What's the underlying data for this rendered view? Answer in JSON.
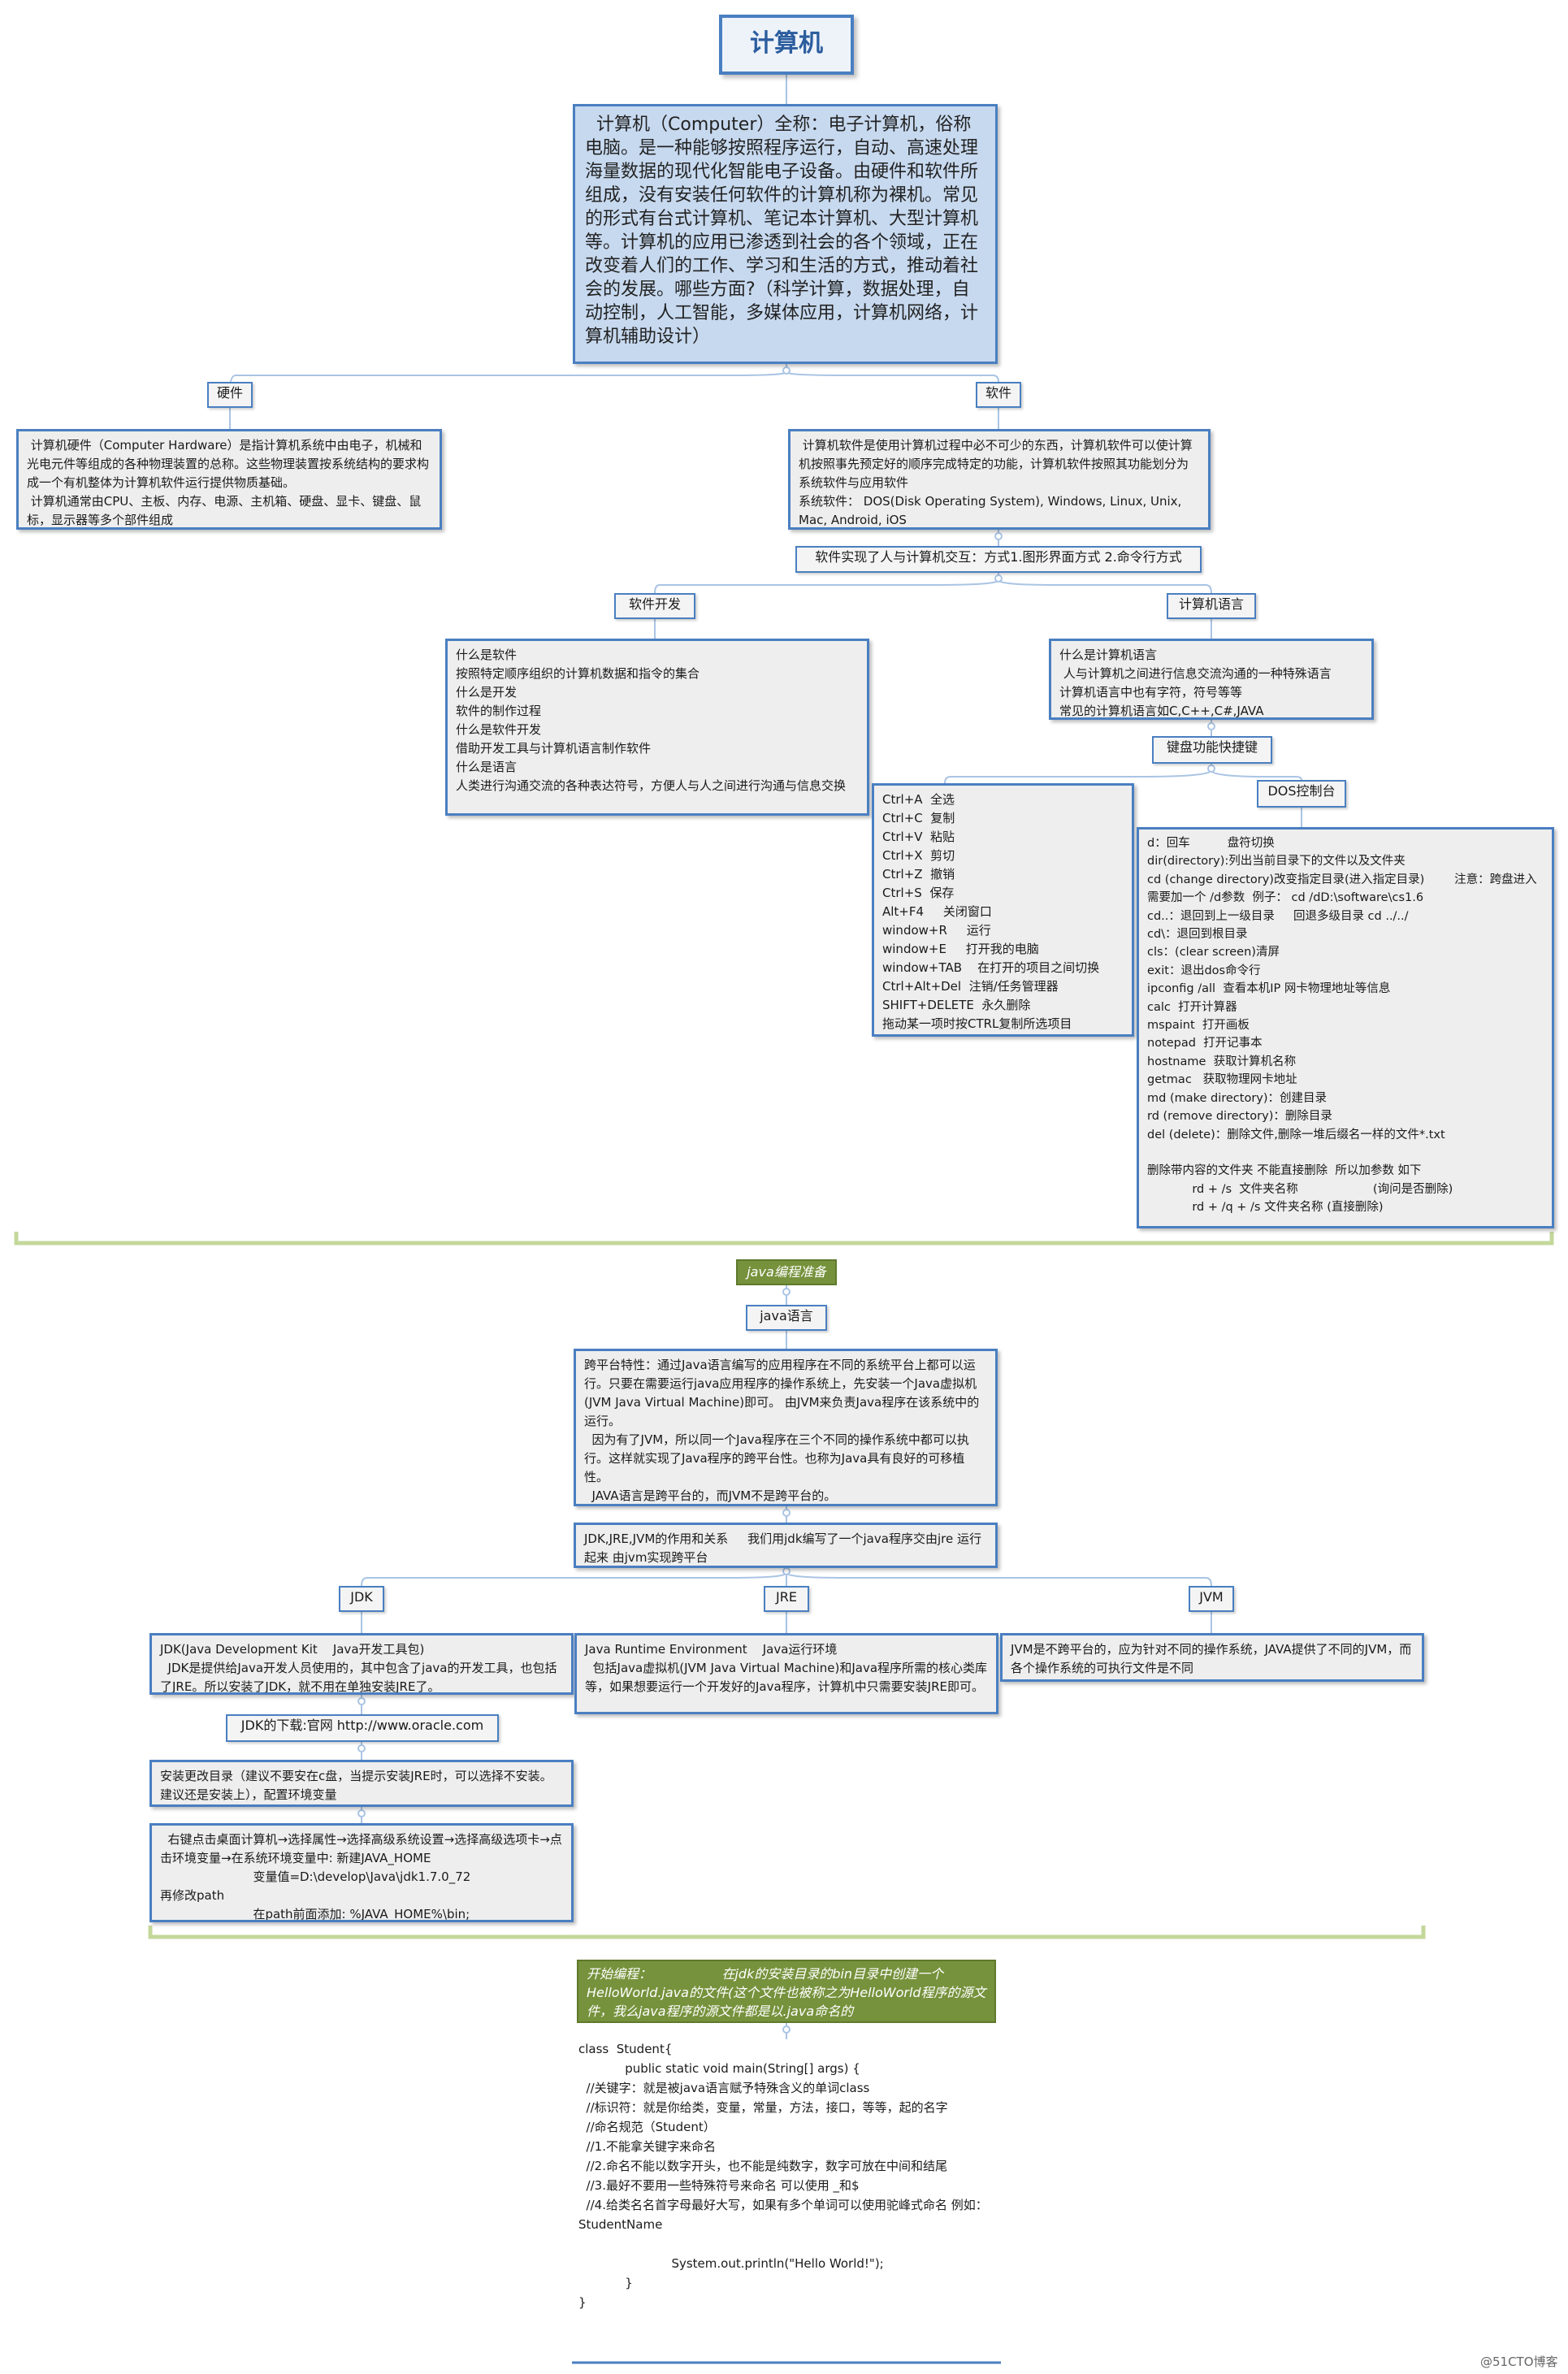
{
  "root": {
    "title": "计算机",
    "description": "  计算机（Computer）全称：电子计算机，俗称电脑。是一种能够按照程序运行，自动、高速处理海量数据的现代化智能电子设备。由硬件和软件所组成，没有安装任何软件的计算机称为裸机。常见的形式有台式计算机、笔记本计算机、大型计算机等。计算机的应用已渗透到社会的各个领域，正在改变着人们的工作、学习和生活的方式，推动着社会的发展。哪些方面?（科学计算，数据处理，自动控制，人工智能，多媒体应用，计算机网络，计算机辅助设计）"
  },
  "hardware": {
    "label": "硬件",
    "text": " 计算机硬件（Computer Hardware）是指计算机系统中由电子，机械和光电元件等组成的各种物理装置的总称。这些物理装置按系统结构的要求构成一个有机整体为计算机软件运行提供物质基础。\n 计算机通常由CPU、主板、内存、电源、主机箱、硬盘、显卡、键盘、鼠标，显示器等多个部件组成"
  },
  "software": {
    "label": "软件",
    "text": " 计算机软件是使用计算机过程中必不可少的东西，计算机软件可以使计算机按照事先预定好的顺序完成特定的功能，计算机软件按照其功能划分为系统软件与应用软件\n系统软件： DOS(Disk Operating System), Windows, Linux, Unix, Mac, Android, iOS",
    "interaction": "软件实现了人与计算机交互：方式1.图形界面方式 2.命令行方式"
  },
  "dev": {
    "label": "软件开发",
    "text": "什么是软件\n按照特定顺序组织的计算机数据和指令的集合\n什么是开发\n软件的制作过程\n什么是软件开发\n借助开发工具与计算机语言制作软件\n什么是语言\n人类进行沟通交流的各种表达符号，方便人与人之间进行沟通与信息交换"
  },
  "lang": {
    "label": "计算机语言",
    "text": "什么是计算机语言\n 人与计算机之间进行信息交流沟通的一种特殊语言\n计算机语言中也有字符，符号等等\n常见的计算机语言如C,C++,C#,JAVA"
  },
  "shortcuts": {
    "label": "键盘功能快捷键",
    "text": "Ctrl+A  全选\nCtrl+C  复制\nCtrl+V  粘贴\nCtrl+X  剪切\nCtrl+Z  撤销\nCtrl+S  保存\nAlt+F4     关闭窗口\nwindow+R     运行\nwindow+E     打开我的电脑\nwindow+TAB    在打开的项目之间切换\nCtrl+Alt+Del  注销/任务管理器\nSHIFT+DELETE  永久删除\n拖动某一项时按CTRL复制所选项目"
  },
  "dos": {
    "label": "DOS控制台",
    "text": "d：回车          盘符切换\ndir(directory):列出当前目录下的文件以及文件夹\ncd (change directory)改变指定目录(进入指定目录)        注意：跨盘进入需要加一个 /d参数  例子： cd /dD:\\software\\cs1.6\ncd..：退回到上一级目录     回退多级目录 cd ../../\ncd\\：退回到根目录\ncls：(clear screen)清屏\nexit：退出dos命令行\nipconfig /all  查看本机IP 网卡物理地址等信息\ncalc  打开计算器\nmspaint  打开画板\nnotepad  打开记事本\nhostname  获取计算机名称\ngetmac   获取物理网卡地址\nmd (make directory)：创建目录\nrd (remove directory)：删除目录\ndel (delete)：删除文件,删除一堆后缀名一样的文件*.txt\n\n删除带内容的文件夹 不能直接删除  所以加参数 如下\n            rd + /s  文件夹名称                    (询问是否删除)\n            rd + /q + /s 文件夹名称 (直接删除)"
  },
  "java_prep": {
    "title": "java编程准备",
    "lang_label": "java语言",
    "crossplatform": "跨平台特性：通过Java语言编写的应用程序在不同的系统平台上都可以运行。只要在需要运行java应用程序的操作系统上，先安装一个Java虚拟机(JVM Java Virtual Machine)即可。 由JVM来负责Java程序在该系统中的运行。\n  因为有了JVM，所以同一个Java程序在三个不同的操作系统中都可以执行。这样就实现了Java程序的跨平台性。也称为Java具有良好的可移植性。\n  JAVA语言是跨平台的，而JVM不是跨平台的。",
    "relation": "JDK,JRE,JVM的作用和关系     我们用jdk编写了一个java程序交由jre 运行起来 由jvm实现跨平台",
    "jdk_label": "JDK",
    "jdk_text": "JDK(Java Development Kit    Java开发工具包)\n  JDK是提供给Java开发人员使用的，其中包含了java的开发工具，也包括了JRE。所以安装了JDK，就不用在单独安装JRE了。",
    "jdk_download": "JDK的下载:官网 http://www.oracle.com",
    "jdk_install": "安装更改目录（建议不要安在c盘，当提示安装JRE时，可以选择不安装。建议还是安装上），配置环境变量",
    "jdk_env": "  右键点击桌面计算机→选择属性→选择高级系统设置→选择高级选项卡→点击环境变量→在系统环境变量中: 新建JAVA_HOME\n                        变量值=D:\\develop\\Java\\jdk1.7.0_72\n再修改path\n                        在path前面添加: %JAVA_HOME%\\bin;",
    "jre_label": "JRE",
    "jre_text": "Java Runtime Environment    Java运行环境\n  包括Java虚拟机(JVM Java Virtual Machine)和Java程序所需的核心类库等，如果想要运行一个开发好的Java程序，计算机中只需要安装JRE即可。",
    "jvm_label": "JVM",
    "jvm_text": "JVM是不跨平台的，应为针对不同的操作系统，JAVA提供了不同的JVM，而各个操作系统的可执行文件是不同"
  },
  "start": {
    "title": "开始编程：                 在jdk的安装目录的bin目录中创建一个HelloWorld.java的文件(这个文件也被称之为HelloWorld程序的源文件，我么java程序的源文件都是以.java命名的",
    "code": "class  Student{\n            public static void main(String[] args) {\n  //关键字：就是被java语言赋予特殊含义的单词class\n  //标识符：就是你给类，变量，常量，方法，接口，等等，起的名字\n  //命名规范（Student）\n  //1.不能拿关键字来命名\n  //2.命名不能以数字开头，也不能是纯数字，数字可放在中间和结尾\n  //3.最好不要用一些特殊符号来命名 可以使用 _和$\n  //4.给类名名首字母最好大写，如果有多个单词可以使用驼峰式命名 例如：StudentName\n\n                        System.out.println(\"Hello World!\");\n            }\n}"
  },
  "watermark": "@51CTO博客"
}
